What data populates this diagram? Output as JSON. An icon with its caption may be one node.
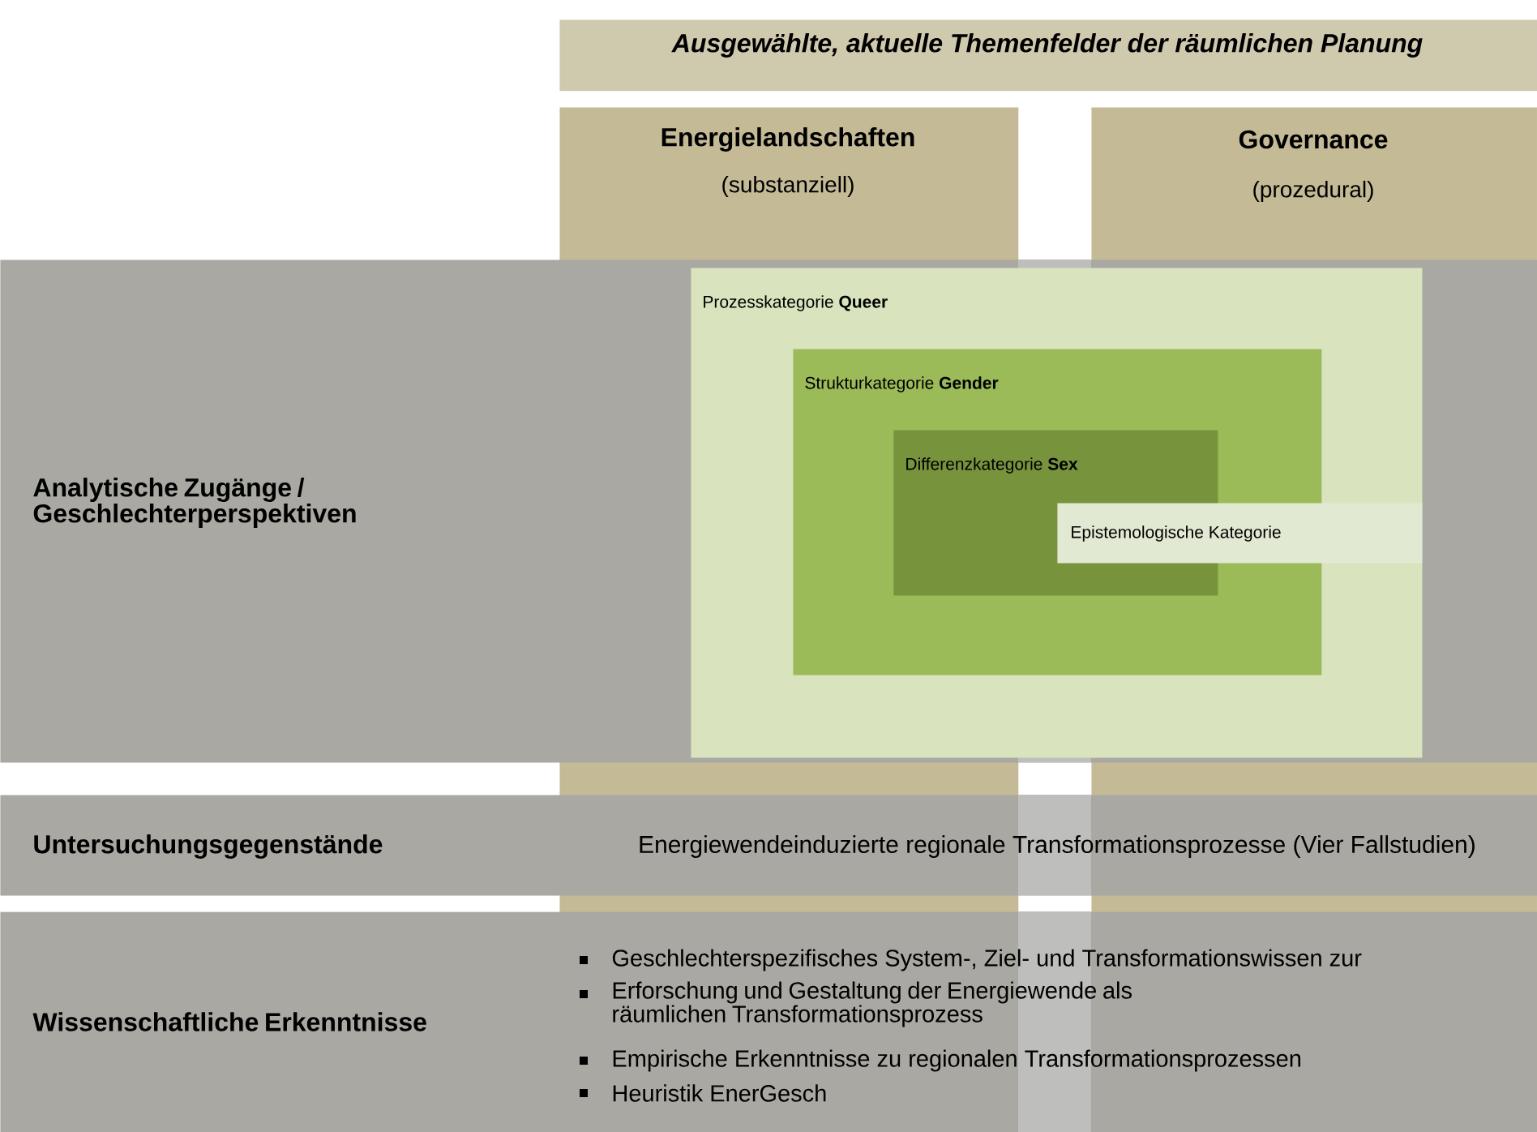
{
  "diagram": {
    "nodes": [
      {
        "text": [
          "Ausgewählte, aktuelle Themenfelder der räumlichen Planung"
        ]
      },
      {
        "text": [
          "Energielandschaften",
          "(substanziell)"
        ]
      },
      {
        "text": [
          "Governance",
          "(prozedural)"
        ]
      },
      {
        "text": [
          "Analytische Zugänge / Geschlechterperspektiven"
        ]
      },
      {
        "text": [
          "Prozesskategorie **Queer**"
        ],
        "in": 3
      },
      {
        "text": [
          "Strukturkategorie **Gender**"
        ],
        "in": 4
      },
      {
        "text": [
          "Differenzkategorie **Sex**"
        ],
        "in": 5
      },
      {
        "text": [
          "Epistemologische Kategorie"
        ],
        "in": 4
      },
      {
        "text": [
          "Untersuchungsgegenstände",
          "Energiewendeinduzierte regionale Transformationsprozesse (Vier Fallstudien)"
        ]
      },
      {
        "text": [
          "Wissenschaftliche Erkenntnisse",
          "Geschlechterspezifisches System-, Ziel- und Transformationswissen zur",
          "Erforschung und Gestaltung der Energiewende als räumlichen Transformationsprozess",
          "Empirische Erkenntnisse zu regionalen Transformationsprozessen",
          "Heuristik EnerGesch"
        ]
      }
    ]
  }
}
